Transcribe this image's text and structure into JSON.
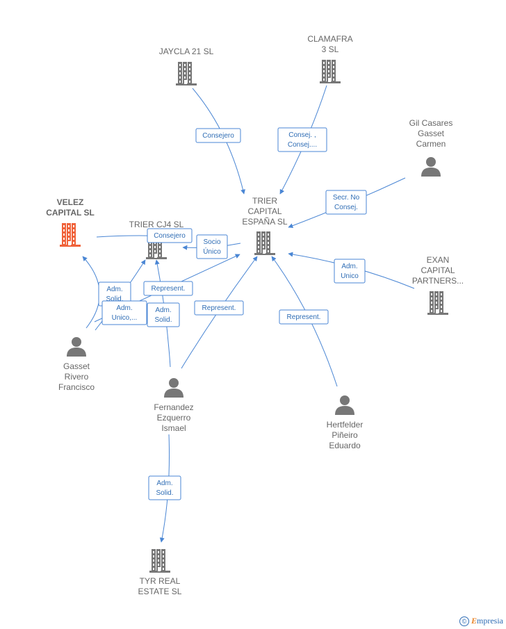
{
  "colors": {
    "edge": "#4a86d4",
    "node_icon": "#777777",
    "highlight": "#f0623a",
    "label": "#666666"
  },
  "nodes": [
    {
      "id": "jaycla",
      "type": "company",
      "label_lines": [
        "JAYCLA 21 SL"
      ],
      "icon": "building-icon"
    },
    {
      "id": "clamafra",
      "type": "company",
      "label_lines": [
        "CLAMAFRA",
        "3 SL"
      ],
      "icon": "building-icon"
    },
    {
      "id": "gilcasares",
      "type": "person",
      "label_lines": [
        "Gil Casares",
        "Gasset",
        "Carmen"
      ],
      "icon": "person-icon"
    },
    {
      "id": "velez",
      "type": "company",
      "highlight": true,
      "label_lines": [
        "VELEZ",
        "CAPITAL SL"
      ],
      "icon": "building-icon"
    },
    {
      "id": "triercj4",
      "type": "company",
      "label_lines": [
        "TRIER CJ4 SL"
      ],
      "icon": "building-icon"
    },
    {
      "id": "trierespana",
      "type": "company",
      "label_lines": [
        "TRIER",
        "CAPITAL",
        "ESPAÑA SL"
      ],
      "icon": "building-icon"
    },
    {
      "id": "exan",
      "type": "company",
      "label_lines": [
        "EXAN",
        "CAPITAL",
        "PARTNERS..."
      ],
      "icon": "building-icon"
    },
    {
      "id": "gassetrivero",
      "type": "person",
      "label_lines": [
        "Gasset",
        "Rivero",
        "Francisco"
      ],
      "icon": "person-icon"
    },
    {
      "id": "fernandez",
      "type": "person",
      "label_lines": [
        "Fernandez",
        "Ezquerro",
        "Ismael"
      ],
      "icon": "person-icon"
    },
    {
      "id": "hertfelder",
      "type": "person",
      "label_lines": [
        "Hertfelder",
        "Piñeiro",
        "Eduardo"
      ],
      "icon": "person-icon"
    },
    {
      "id": "tyr",
      "type": "company",
      "label_lines": [
        "TYR REAL",
        "ESTATE SL"
      ],
      "icon": "building-icon"
    }
  ],
  "edges": [
    {
      "from": "jaycla",
      "to": "trierespana",
      "label_lines": [
        "Consejero"
      ]
    },
    {
      "from": "clamafra",
      "to": "trierespana",
      "label_lines": [
        "Consej. ,",
        "Consej...."
      ]
    },
    {
      "from": "gilcasares",
      "to": "trierespana",
      "label_lines": [
        "Secr. No",
        "Consej."
      ]
    },
    {
      "from": "exan",
      "to": "trierespana",
      "label_lines": [
        "Adm.",
        "Unico"
      ]
    },
    {
      "from": "trierespana",
      "to": "triercj4",
      "label_lines": [
        "Socio",
        "Único"
      ]
    },
    {
      "from": "velez",
      "to": "triercj4",
      "label_lines": [
        "Consejero"
      ]
    },
    {
      "from": "gassetrivero",
      "to": "velez",
      "label_lines": [
        "Adm.",
        "Solid."
      ]
    },
    {
      "from": "gassetrivero",
      "to": "triercj4",
      "label_lines": [
        "Adm.",
        "Unico,..."
      ]
    },
    {
      "from": "fernandez",
      "to": "triercj4",
      "label_lines": [
        "Adm.",
        "Solid."
      ]
    },
    {
      "from": "gassetrivero",
      "to": "trierespana",
      "label_lines": [
        "Represent."
      ]
    },
    {
      "from": "fernandez",
      "to": "trierespana",
      "label_lines": [
        "Represent."
      ]
    },
    {
      "from": "hertfelder",
      "to": "trierespana",
      "label_lines": [
        "Represent."
      ]
    },
    {
      "from": "fernandez",
      "to": "tyr",
      "label_lines": [
        "Adm.",
        "Solid."
      ]
    }
  ],
  "footer": {
    "copyright_symbol": "©",
    "brand_initial": "E",
    "brand_rest": "mpresia"
  }
}
